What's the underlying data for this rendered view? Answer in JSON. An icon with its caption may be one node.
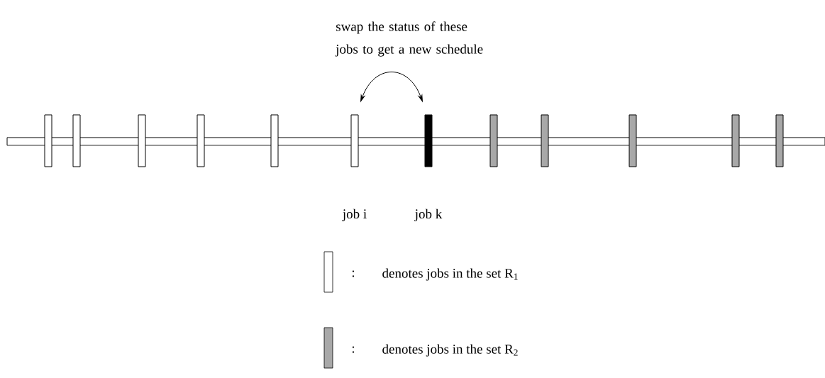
{
  "diagram": {
    "nodes": [
      {
        "text": [],
        "shape": "bar"
      },
      {
        "text": [],
        "shape": "bar"
      },
      {
        "text": [],
        "shape": "bar"
      },
      {
        "text": [],
        "shape": "bar"
      },
      {
        "text": [],
        "shape": "bar"
      },
      {
        "text": [],
        "shape": "bar",
        "beside": [
          "job i"
        ]
      },
      {
        "text": [],
        "shape": "bar",
        "beside": [
          "job k"
        ]
      },
      {
        "text": [],
        "shape": "bar"
      },
      {
        "text": [],
        "shape": "bar"
      },
      {
        "text": [],
        "shape": "bar"
      },
      {
        "text": [],
        "shape": "bar"
      },
      {
        "text": [],
        "shape": "bar"
      }
    ],
    "edges": [
      {
        "from": 5,
        "to": 6,
        "arrow": "both"
      }
    ],
    "labels": [
      "swap the status of these jobs to get a new schedule",
      ":",
      ":"
    ],
    "legend": [
      {
        "text": "denotes jobs in the set R$_{1}$"
      },
      {
        "text": "denotes jobs in the set R$_{2}$",
        "color": "#a8a8a8"
      }
    ]
  }
}
